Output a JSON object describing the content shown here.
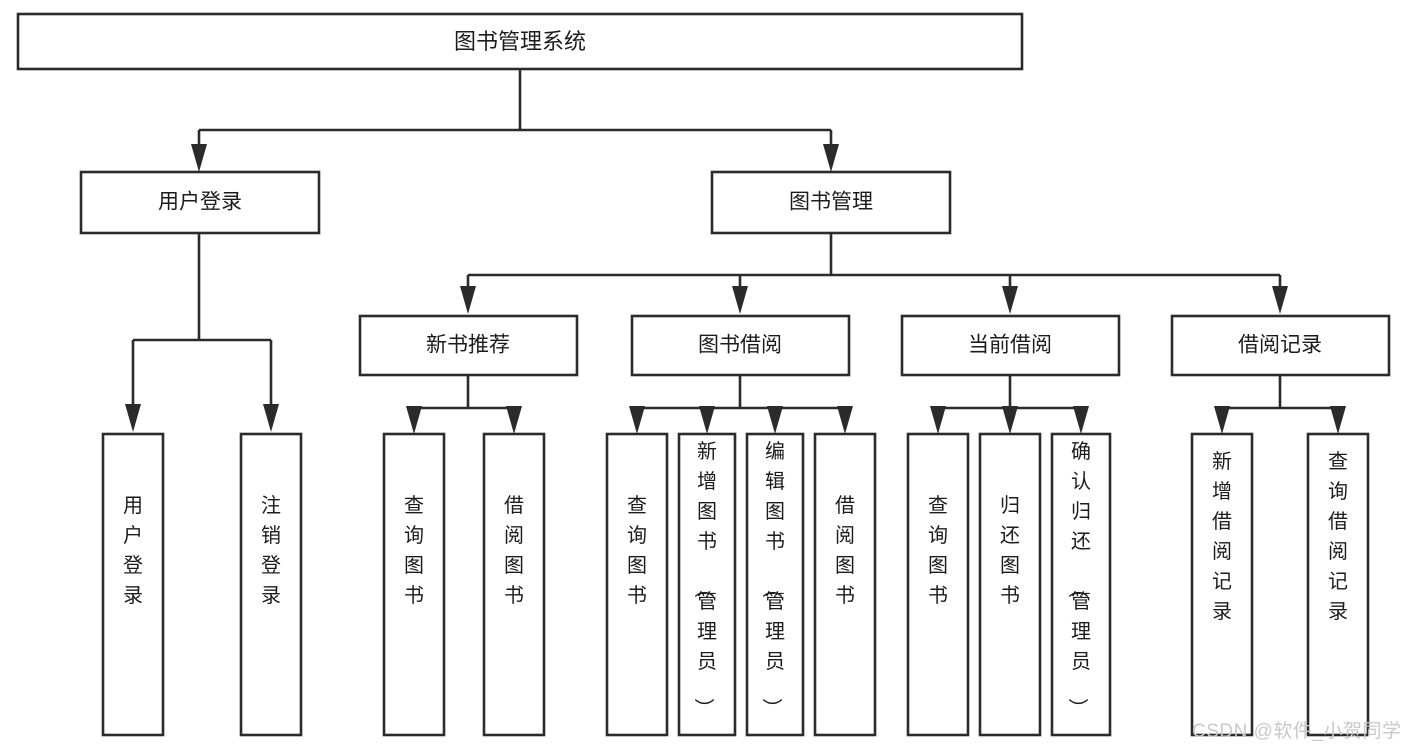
{
  "diagram": {
    "title": "图书管理系统",
    "type": "hierarchy-tree",
    "watermark": "CSDN @软件_小贺同学",
    "colors": {
      "box_stroke": "#2b2b2b",
      "box_fill": "#ffffff",
      "text": "#1c1c1c",
      "background": "#ffffff",
      "watermark": "#c9c9c9"
    },
    "root": {
      "label": "图书管理系统"
    },
    "level1": [
      {
        "label": "用户登录"
      },
      {
        "label": "图书管理"
      }
    ],
    "level2": [
      {
        "label": "新书推荐"
      },
      {
        "label": "图书借阅"
      },
      {
        "label": "当前借阅"
      },
      {
        "label": "借阅记录"
      }
    ],
    "leaves": {
      "user_login": [
        {
          "label": "用户登录"
        },
        {
          "label": "注销登录"
        }
      ],
      "new_book_recommend": [
        {
          "label": "查询图书"
        },
        {
          "label": "借阅图书"
        }
      ],
      "book_borrow": [
        {
          "label": "查询图书"
        },
        {
          "label": "新增图书（管理员）"
        },
        {
          "label": "编辑图书（管理员）"
        },
        {
          "label": "借阅图书"
        }
      ],
      "current_borrow": [
        {
          "label": "查询图书"
        },
        {
          "label": "归还图书"
        },
        {
          "label": "确认归还（管理员）"
        }
      ],
      "borrow_record": [
        {
          "label": "新增借阅记录"
        },
        {
          "label": "查询借阅记录"
        }
      ]
    }
  }
}
